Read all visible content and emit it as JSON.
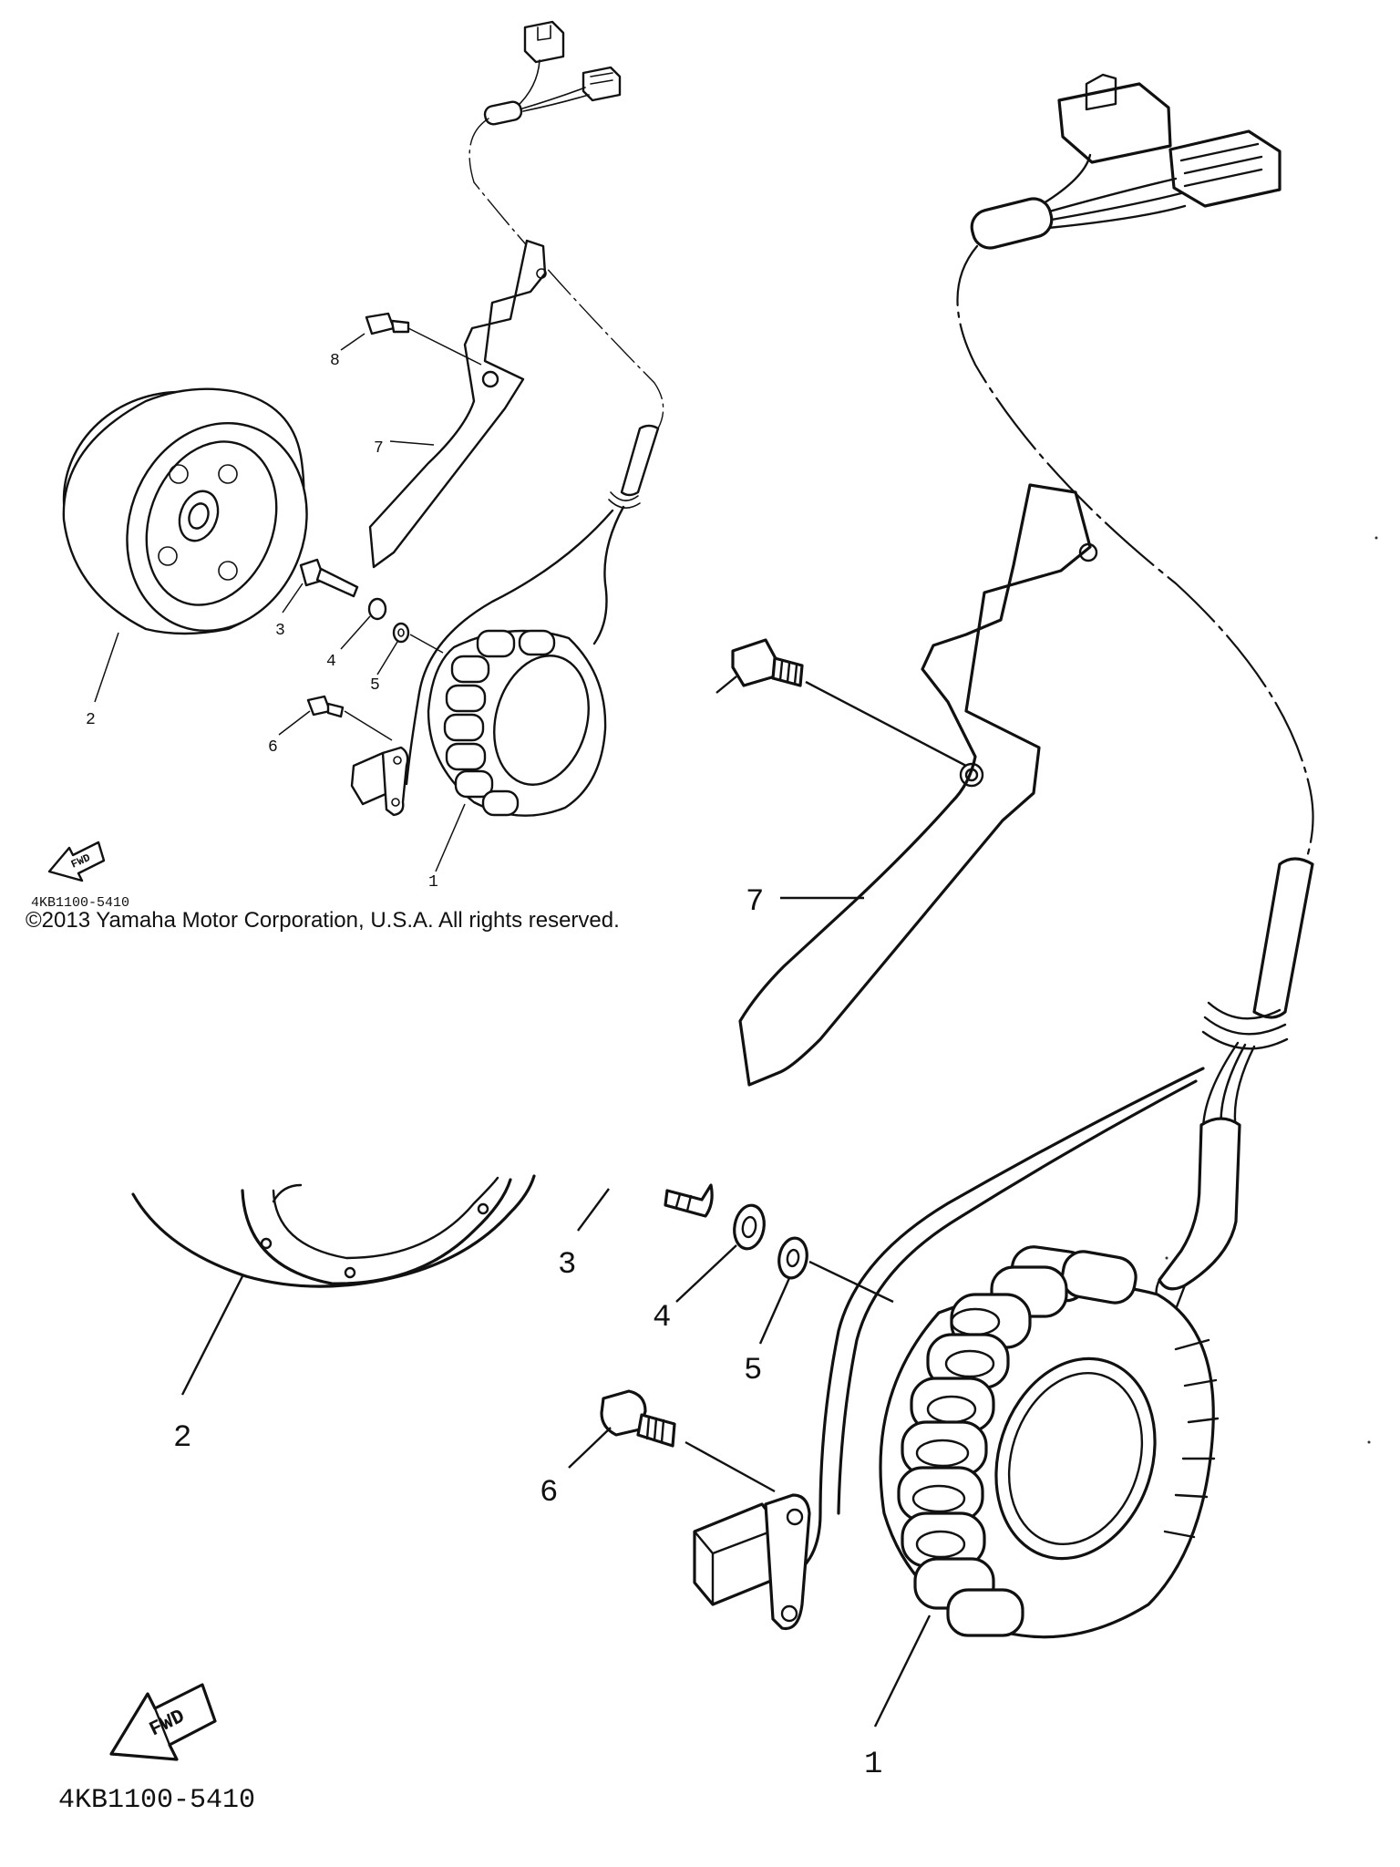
{
  "copyright": "©2013 Yamaha Motor Corporation, U.S.A. All rights reserved.",
  "diagram_code": "4KB1100-5410",
  "fwd_label": "FWD",
  "callouts": {
    "c1": "1",
    "c2": "2",
    "c3": "3",
    "c4": "4",
    "c5": "5",
    "c6": "6",
    "c7": "7",
    "c8": "8"
  }
}
